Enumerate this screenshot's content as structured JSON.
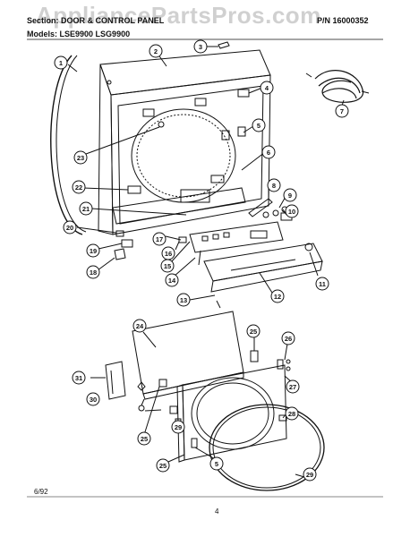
{
  "header": {
    "section_prefix": "Section:",
    "section_title": "DOOR & CONTROL PANEL",
    "models_prefix": "Models:",
    "models": "LSE9900   LSG9900",
    "part_number": "P/N 16000352"
  },
  "watermark": "AppliancePartsPros.com",
  "footer": {
    "date": "6/92",
    "page": "4"
  },
  "callouts": [
    "1",
    "2",
    "3",
    "4",
    "5",
    "6",
    "7",
    "8",
    "9",
    "10",
    "11",
    "12",
    "13",
    "14",
    "15",
    "16",
    "17",
    "18",
    "19",
    "20",
    "21",
    "22",
    "23",
    "24",
    "25",
    "26",
    "27",
    "28",
    "29",
    "30",
    "31"
  ],
  "callout_29_lower": "29",
  "colors": {
    "line": "#111111",
    "callout_fill": "#ffffff",
    "watermark": "#969696"
  }
}
